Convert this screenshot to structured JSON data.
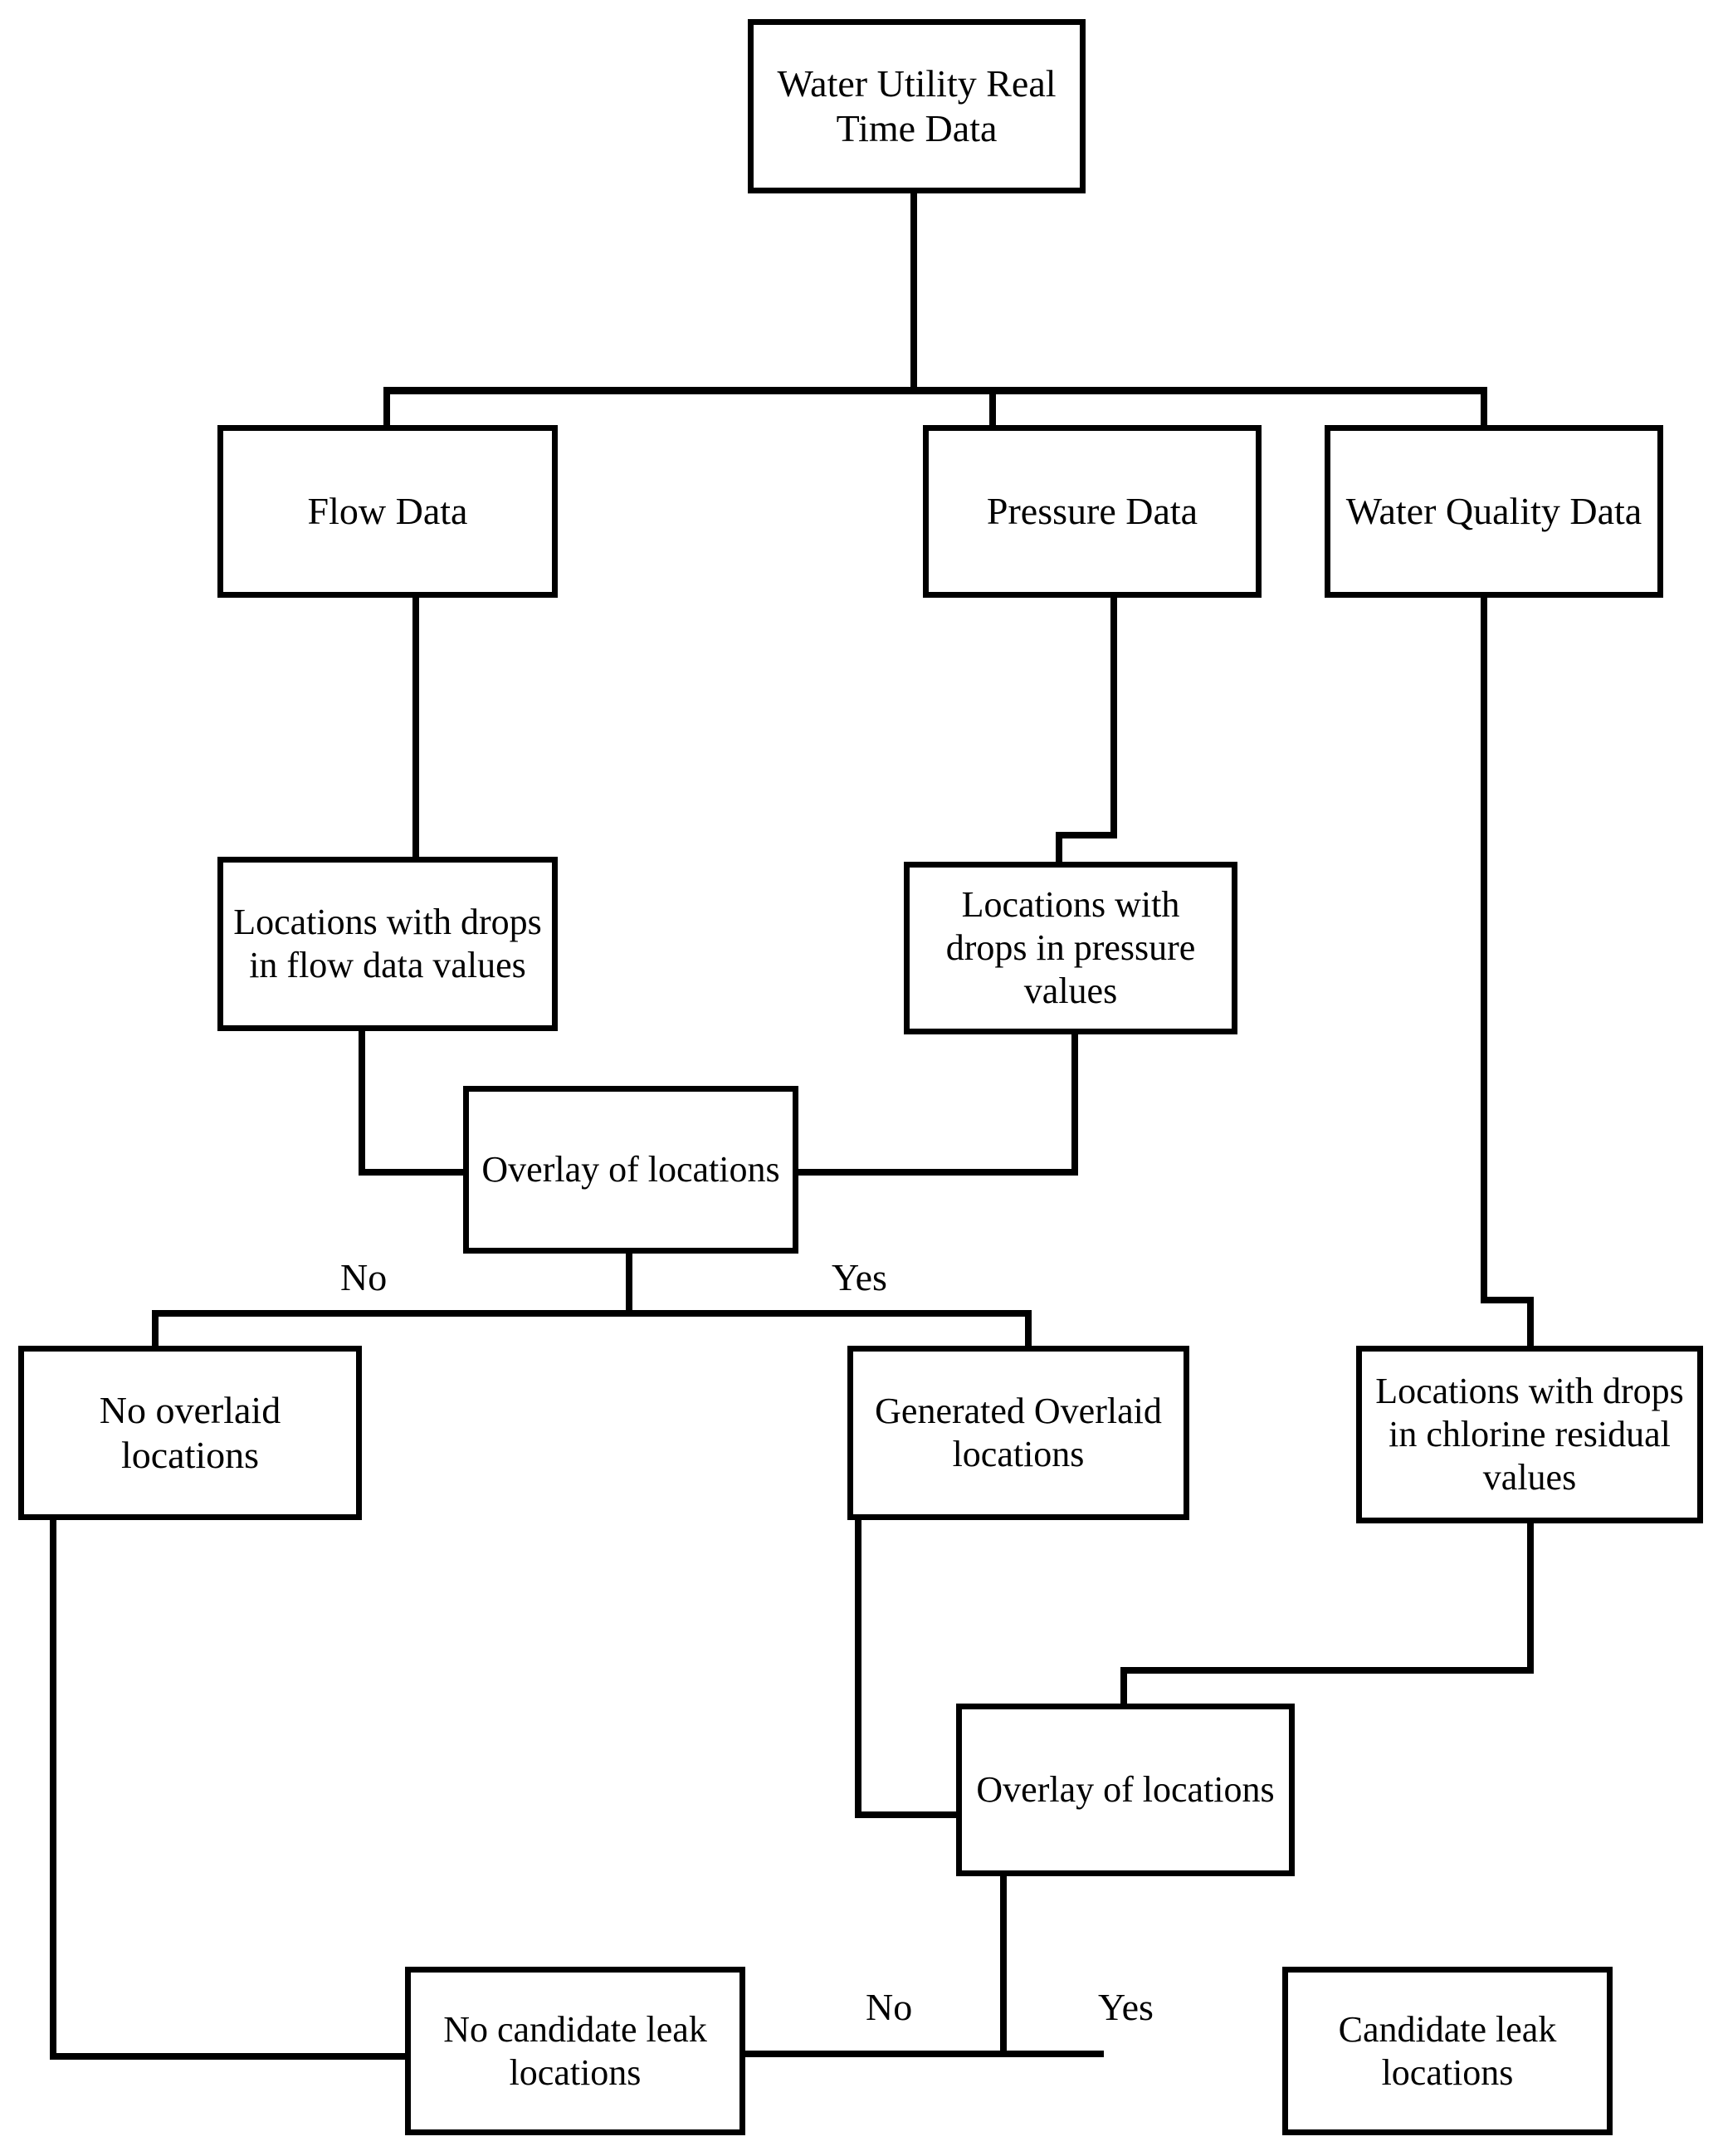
{
  "diagram": {
    "title": "Water utility leak detection decision flowchart",
    "line_color": "#000000",
    "box_fill": "#ffffff",
    "nodes": {
      "source": "Water Utility Real Time Data",
      "flow_data": "Flow Data",
      "pressure_data": "Pressure Data",
      "water_quality_data": "Water Quality Data",
      "flow_drops": "Locations with drops in flow data values",
      "pressure_drops": "Locations with drops in pressure values",
      "overlay_1": "Overlay of locations",
      "no_overlaid": "No overlaid locations",
      "generated_overlaid": "Generated Overlaid locations",
      "chlorine_drops": "Locations with drops in chlorine residual values",
      "overlay_2": "Overlay of locations",
      "no_candidate_leak": "No candidate leak locations",
      "candidate_leak": "Candidate leak locations"
    },
    "edge_labels": {
      "overlay1_no": "No",
      "overlay1_yes": "Yes",
      "overlay2_no": "No",
      "overlay2_yes": "Yes"
    }
  }
}
